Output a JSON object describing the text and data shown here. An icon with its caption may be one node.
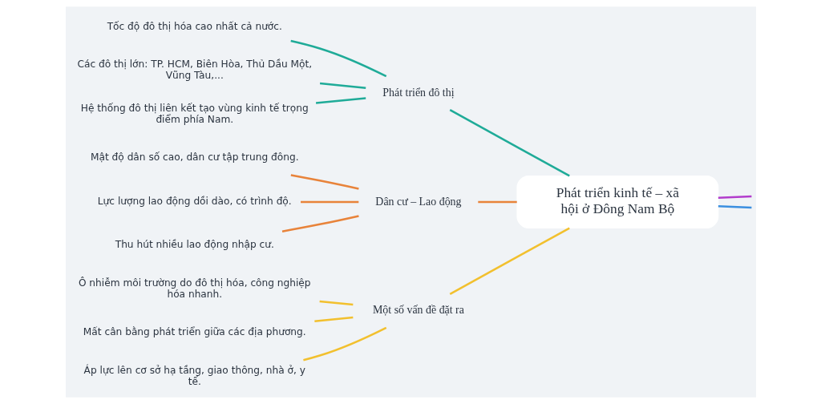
{
  "diagram": {
    "nodes": [
      {
        "text": [
          "Phát triển kinh tế – xã hội ở Đông Nam Bộ"
        ]
      },
      {
        "text": [
          "Phát triển đô thị"
        ]
      },
      {
        "text": [
          "Tốc độ đô thị hóa cao nhất cả nước."
        ]
      },
      {
        "text": [
          "Các đô thị lớn: TP. HCM, Biên Hòa, Thủ Dầu Một, Vũng Tàu,..."
        ]
      },
      {
        "text": [
          "Hệ thống đô thị liên kết tạo vùng kinh tế trọng điểm phía Nam."
        ]
      },
      {
        "text": [
          "Dân cư – Lao động"
        ]
      },
      {
        "text": [
          "Mật độ dân số cao, dân cư tập trung đông."
        ]
      },
      {
        "text": [
          "Lực lượng lao động dồi dào, có trình độ."
        ]
      },
      {
        "text": [
          "Thu hút nhiều lao động nhập cư."
        ]
      },
      {
        "text": [
          "Một số vấn đề đặt ra"
        ]
      },
      {
        "text": [
          "Ô nhiễm môi trường do đô thị hóa, công nghiệp hóa nhanh."
        ]
      },
      {
        "text": [
          "Mất cân bằng phát triển giữa các địa phương."
        ]
      },
      {
        "text": [
          "Áp lực lên cơ sở hạ tầng, giao thông, nhà ở, y tế."
        ]
      }
    ],
    "edges": [
      {
        "from": 0,
        "to": null,
        "arrow": "none",
        "color": "#b23ccc"
      },
      {
        "from": 0,
        "to": 1,
        "arrow": "none",
        "color": "#1fab98"
      },
      {
        "from": 1,
        "to": 2,
        "arrow": "none",
        "color": "#1fab98"
      },
      {
        "from": 1,
        "to": 3,
        "arrow": "none",
        "color": "#1fab98"
      },
      {
        "from": 1,
        "to": 4,
        "arrow": "none",
        "color": "#1fab98"
      },
      {
        "from": 0,
        "to": 5,
        "arrow": "none",
        "color": "#e8833a"
      },
      {
        "from": 5,
        "to": 6,
        "arrow": "none",
        "color": "#e8833a"
      },
      {
        "from": 5,
        "to": 7,
        "arrow": "none",
        "color": "#e8833a"
      },
      {
        "from": 5,
        "to": 8,
        "arrow": "none",
        "color": "#e8833a"
      },
      {
        "from": 0,
        "to": 9,
        "arrow": "none",
        "color": "#f2c02e"
      },
      {
        "from": 9,
        "to": 10,
        "arrow": "none",
        "color": "#f2c02e"
      },
      {
        "from": 9,
        "to": 11,
        "arrow": "none",
        "color": "#f2c02e"
      },
      {
        "from": 9,
        "to": 12,
        "arrow": "none",
        "color": "#f2c02e"
      },
      {
        "from": 0,
        "to": null,
        "arrow": "none",
        "color": "#3b8fe0"
      }
    ]
  }
}
